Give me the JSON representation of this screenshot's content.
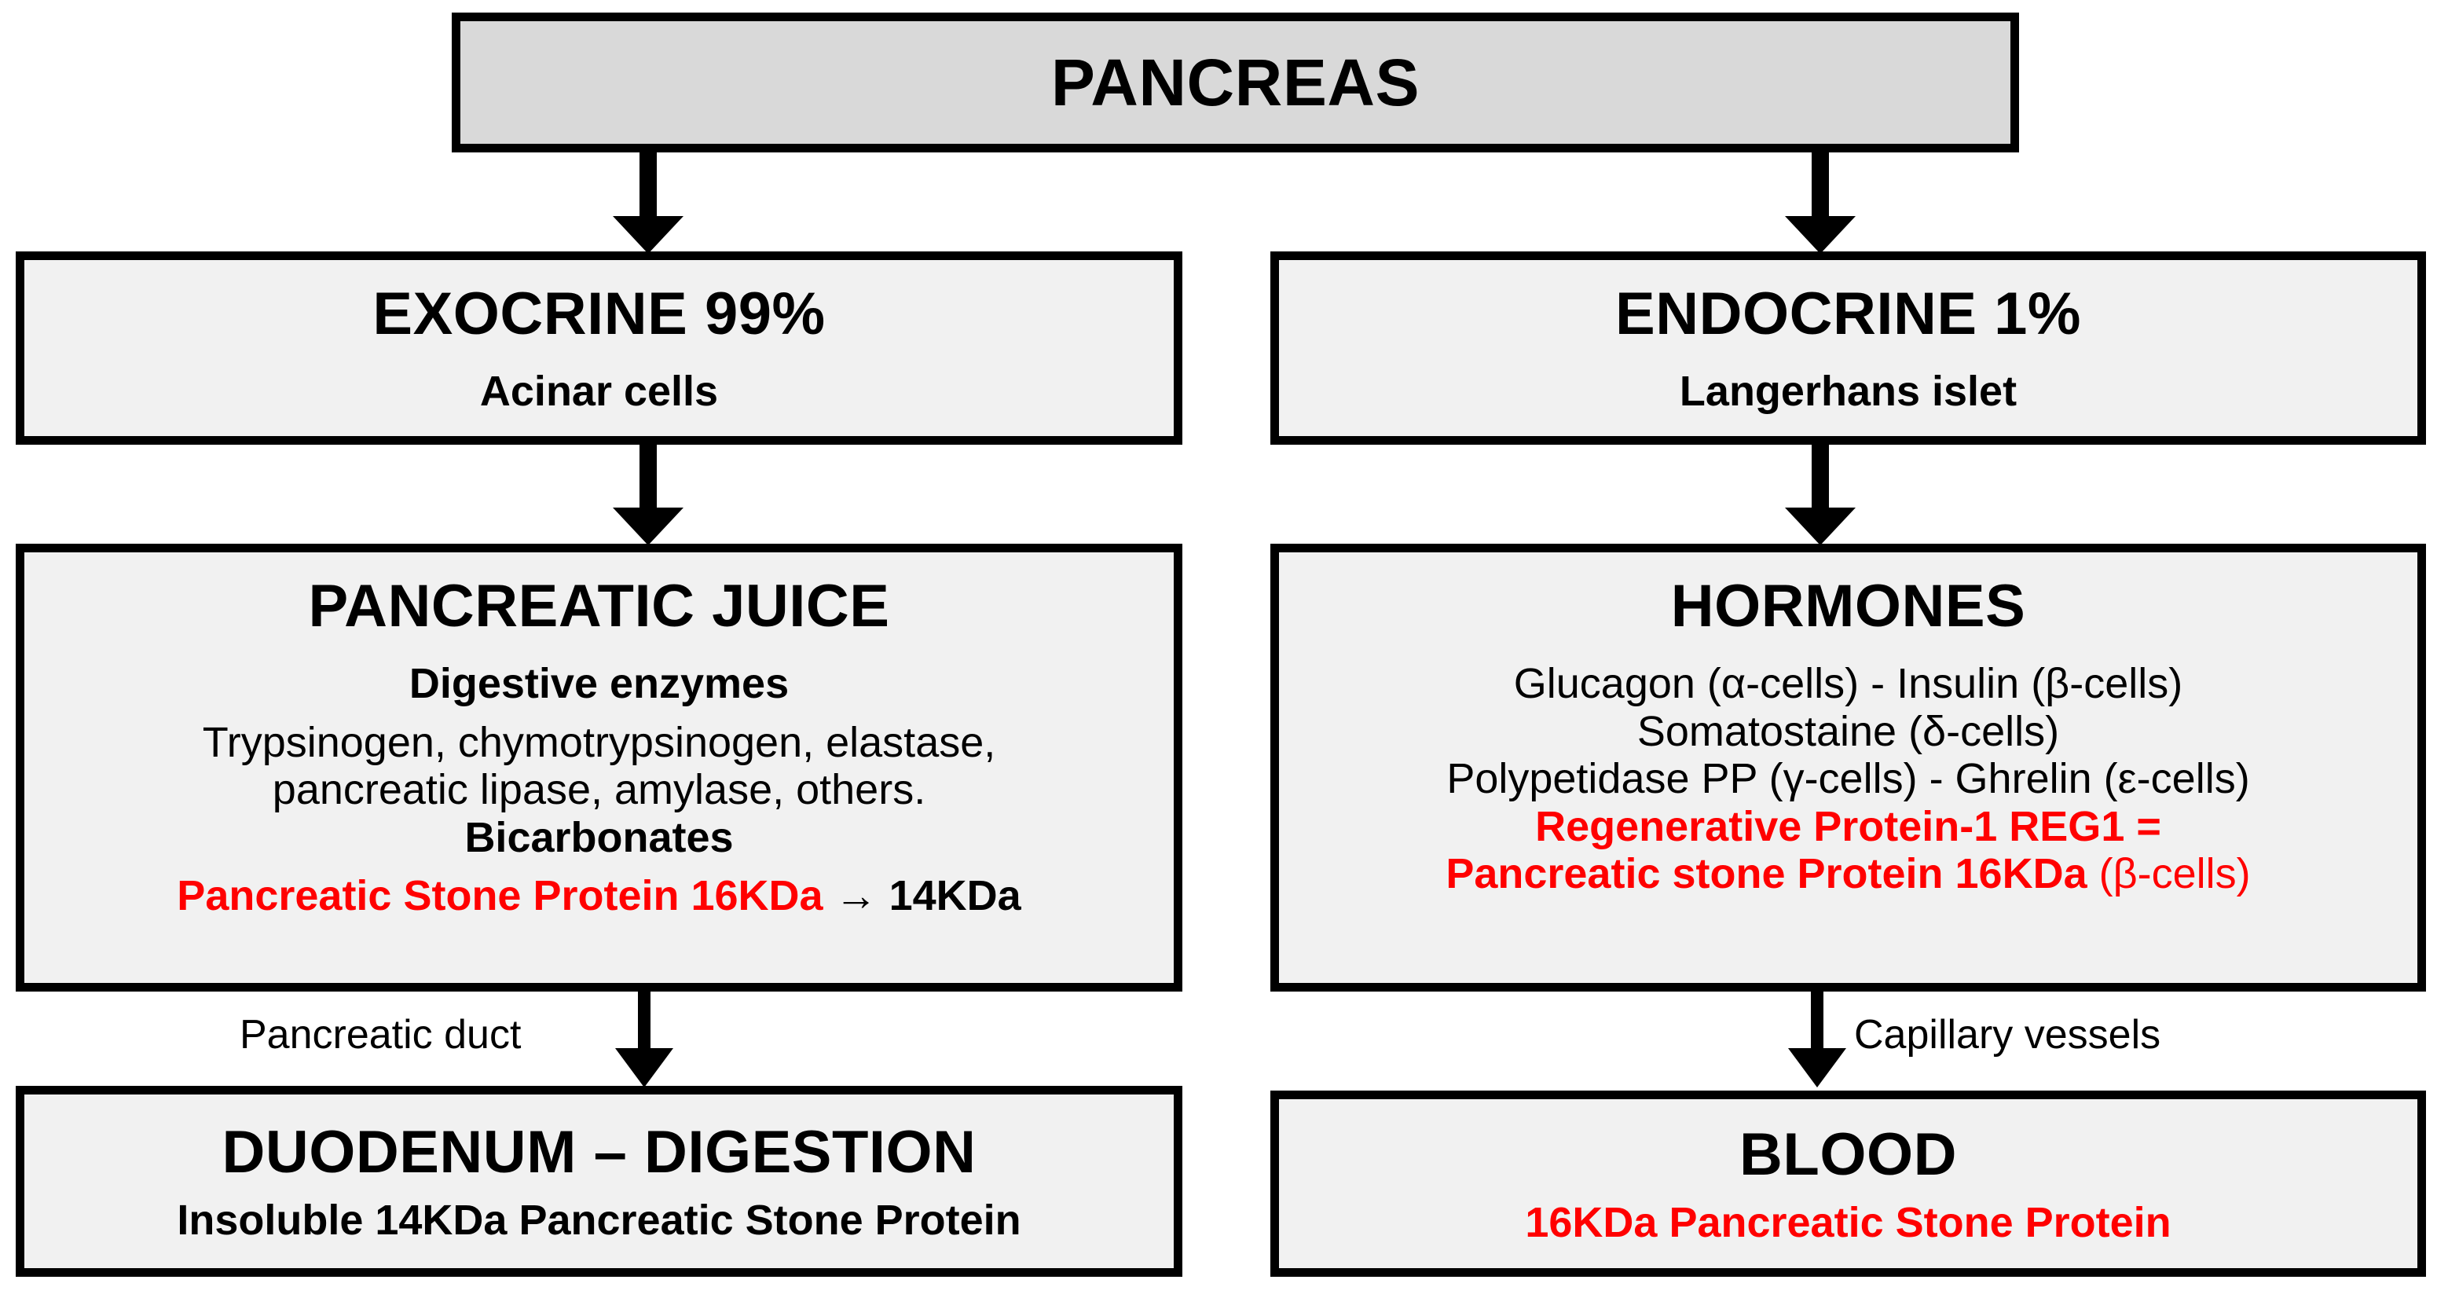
{
  "diagram": {
    "title": "Pancreas exocrine and endocrine pathways",
    "colors": {
      "accent_red": "#ff0000",
      "box_fill": "#f1f1f1",
      "root_fill": "#d9d9d9",
      "border": "#000000"
    },
    "nodes": {
      "pancreas": {
        "title": "PANCREAS"
      },
      "exocrine": {
        "title": "EXOCRINE 99%",
        "subtitle": "Acinar cells"
      },
      "endocrine": {
        "title": "ENDOCRINE 1%",
        "subtitle": "Langerhans islet"
      },
      "pancreatic_juice": {
        "title": "PANCREATIC JUICE",
        "heading_enzymes": "Digestive enzymes",
        "enzymes_line1": "Trypsinogen, chymotrypsinogen, elastase,",
        "enzymes_line2": "pancreatic lipase, amylase, others.",
        "heading_bicarbonates": "Bicarbonates",
        "psp_red": "Pancreatic Stone Protein 16KDa",
        "psp_black": " → 14KDa"
      },
      "hormones": {
        "title": "HORMONES",
        "line1": "Glucagon (α-cells) - Insulin (β-cells)",
        "line2": "Somatostaine (δ-cells)",
        "line3": "Polypetidase PP (γ-cells) - Ghrelin (ε-cells)",
        "reg1_line1": "Regenerative Protein-1 REG1 =",
        "reg1_line2_bold": "Pancreatic stone Protein 16KDa ",
        "reg1_line2_thin": "(β-cells)"
      },
      "duodenum": {
        "title": "DUODENUM – DIGESTION",
        "subtitle": "Insoluble 14KDa Pancreatic Stone Protein"
      },
      "blood": {
        "title": "BLOOD",
        "subtitle": "16KDa Pancreatic Stone Protein"
      }
    },
    "edges": {
      "pancreatic_duct_label": "Pancreatic duct",
      "capillary_vessels_label": "Capillary vessels"
    }
  }
}
